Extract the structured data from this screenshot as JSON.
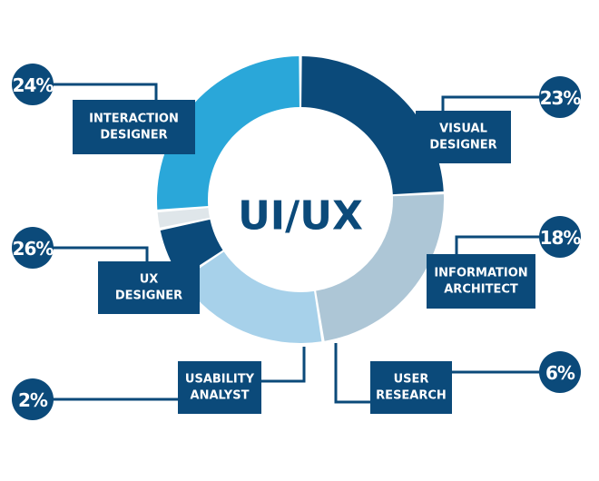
{
  "chart_data": {
    "type": "pie",
    "center_label": "UI/UX",
    "slices": [
      {
        "label": "INTERACTION DESIGNER",
        "lines": [
          "INTERACTION",
          "DESIGNER"
        ],
        "display": "24%",
        "value": 24,
        "color": "#0b4a7a"
      },
      {
        "label": "VISUAL DESIGNER",
        "lines": [
          "VISUAL",
          "DESIGNER"
        ],
        "display": "23%",
        "value": 23,
        "color": "#adc6d6"
      },
      {
        "label": "INFORMATION ARCHITECT",
        "lines": [
          "INFORMATION",
          "ARCHITECT"
        ],
        "display": "18%",
        "value": 18,
        "color": "#a7d1ea"
      },
      {
        "label": "USER RESEARCH",
        "lines": [
          "USER",
          "RESEARCH"
        ],
        "display": "6%",
        "value": 6,
        "color": "#0b4a7a"
      },
      {
        "label": "USABILITY ANALYST",
        "lines": [
          "USABILITY",
          "ANALYST"
        ],
        "display": "2%",
        "value": 2,
        "color": "#dfe6ea"
      },
      {
        "label": "UX DESIGNER",
        "lines": [
          "UX",
          "DESIGNER"
        ],
        "display": "26%",
        "value": 26,
        "color": "#2aa7d9"
      }
    ],
    "colors": {
      "navy": "#0b4a7a",
      "line": "#0b4a7a"
    },
    "legend": "none"
  }
}
